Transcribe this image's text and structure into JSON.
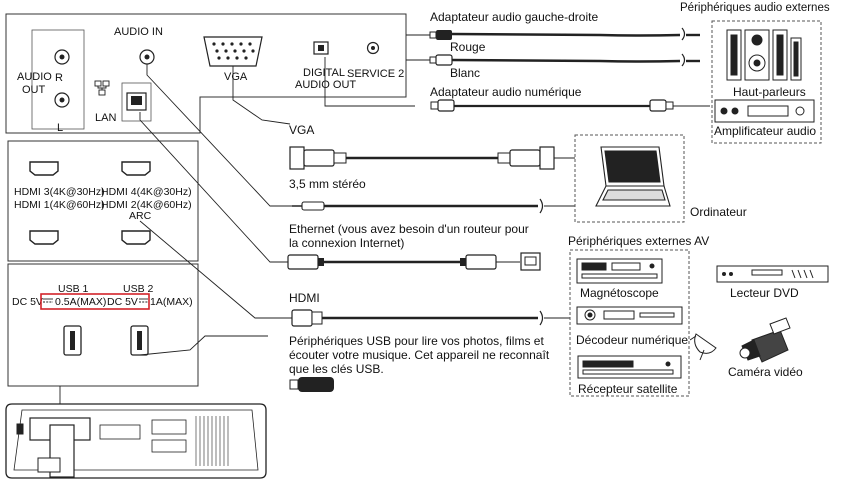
{
  "panel": {
    "audio_in": "AUDIO IN",
    "audio_out_1": "AUDIO",
    "audio_out_2": "OUT",
    "r": "R",
    "l": "L",
    "lan": "LAN",
    "vga": "VGA",
    "digital_1": "DIGITAL",
    "digital_2": "AUDIO OUT",
    "service": "SERVICE 2",
    "hdmi3": "HDMI 3(4K@30Hz)",
    "hdmi4": "HDMI 4(4K@30Hz)",
    "hdmi1": "HDMI 1(4K@60Hz)",
    "hdmi2": "HDMI 2(4K@60Hz)",
    "arc": "ARC",
    "usb1": "USB 1",
    "usb2": "USB 2",
    "dc1_a": "DC 5V",
    "dc1_b": "0.5A(MAX)",
    "dc2_a": "DC 5V",
    "dc2_b": "1A(MAX)"
  },
  "cables": {
    "audio_lr": "Adaptateur audio gauche-droite",
    "rouge": "Rouge",
    "blanc": "Blanc",
    "audio_num": "Adaptateur audio numérique",
    "vga": "VGA",
    "stereo": "3,5 mm stéréo",
    "ethernet_1": "Ethernet (vous avez besoin d'un routeur pour",
    "ethernet_2": "la connexion Internet)",
    "hdmi": "HDMI",
    "usb_1": "Périphériques USB pour lire vos photos, films et",
    "usb_2": "écouter votre musique. Cet appareil ne reconnaît",
    "usb_3": "que les clés USB."
  },
  "devices": {
    "audio_ext": "Périphériques audio externes",
    "speakers": "Haut-parleurs",
    "amplifier": "Amplificateur audio",
    "computer": "Ordinateur",
    "av_ext": "Périphériques externes AV",
    "vcr": "Magnétoscope",
    "dvd": "Lecteur DVD",
    "decoder": "Décodeur numérique",
    "camera": "Caméra vidéo",
    "satellite": "Récepteur satellite"
  }
}
